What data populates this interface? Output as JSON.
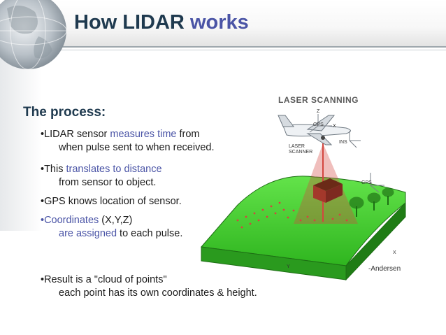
{
  "title": {
    "main": "How LIDAR",
    "highlight": "works"
  },
  "heading": "The process:",
  "bullets": [
    {
      "marker": "•",
      "part1": "LIDAR sensor ",
      "part2_hl": "measures time",
      "part3": " from",
      "line2": "when pulse sent to when received."
    },
    {
      "marker": "•",
      "part1": "This ",
      "part2_hl": "translates to distance",
      "line2": "from sensor to object."
    },
    {
      "marker": "•",
      "part1": "GPS knows location of sensor."
    },
    {
      "marker": "•",
      "part1_hl": "Coordinates",
      "part2": " (X,Y,Z)",
      "line2_hl": "are assigned",
      "line2_rest": " to each pulse."
    },
    {
      "marker": "•",
      "part1": "Result is a \"cloud of points\"",
      "line2": "each point has its own coordinates & height."
    }
  ],
  "figure": {
    "title": "LASER SCANNING",
    "labels": {
      "gps_top": "GPS",
      "laser_scanner_1": "LASER",
      "laser_scanner_2": "SCANNER",
      "ins": "INS",
      "gps_ground": "GPS",
      "z": "Z",
      "x": "X",
      "y": "Y"
    },
    "credit": "-Andersen"
  },
  "colors": {
    "title_dark": "#1f3a4f",
    "accent_blue": "#4a54a6",
    "terrain_green": "#3fcf2c",
    "terrain_dark": "#2f8f1f",
    "laser_red": "#d3463f"
  }
}
